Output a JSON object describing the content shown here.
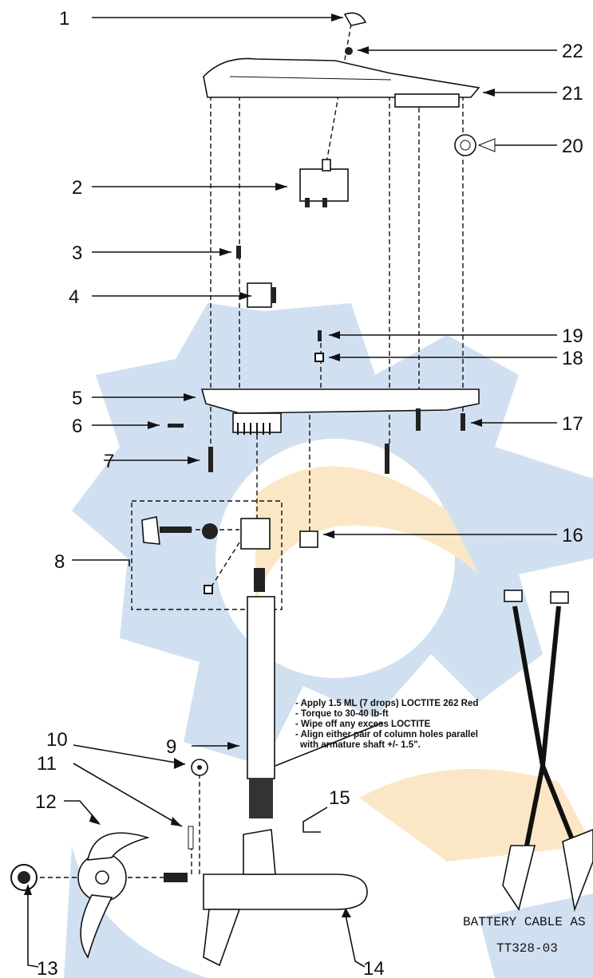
{
  "callouts": [
    "1",
    "2",
    "3",
    "4",
    "5",
    "6",
    "7",
    "8",
    "9",
    "10",
    "11",
    "12",
    "13",
    "14",
    "15",
    "16",
    "17",
    "18",
    "19",
    "20",
    "21",
    "22"
  ],
  "note": {
    "lines": [
      "- Apply 1.5 ML (7 drops) LOCTITE 262 Red",
      "- Torque to 30-40 lb-ft",
      "- Wipe off any excess LOCTITE",
      "- Align either pair of column holes parallel",
      "with armature shaft +/- 1.5\"."
    ]
  },
  "battery_cable": {
    "title": "BATTERY CABLE AS",
    "code": "TT328-03"
  },
  "colors": {
    "ink": "#111111",
    "watermark_blue": "#c9dbee",
    "watermark_orange": "#fbe3bd"
  },
  "icons": [
    "watermark-gear-icon",
    "leader-arrow-icon"
  ]
}
